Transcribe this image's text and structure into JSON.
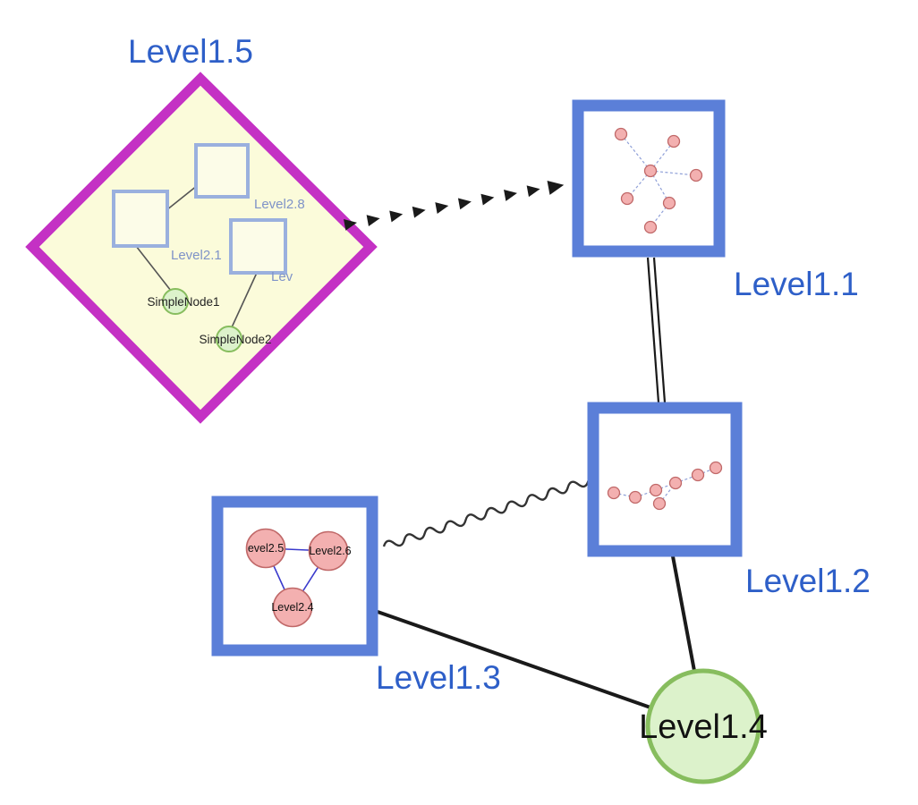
{
  "graph": {
    "level15": {
      "label": "Level1.5",
      "shape": "diamond"
    },
    "level11": {
      "label": "Level1.1",
      "shape": "square-group"
    },
    "level12": {
      "label": "Level1.2",
      "shape": "square-group"
    },
    "level13": {
      "label": "Level1.3",
      "shape": "square-group"
    },
    "level14": {
      "label": "Level1.4",
      "shape": "circle"
    },
    "level15_children": {
      "level28": {
        "label": "Level2.8"
      },
      "level21": {
        "label": "Level2.1"
      },
      "lev": {
        "label": "Lev"
      },
      "simplenode1": {
        "label": "SimpleNode1"
      },
      "simplenode2": {
        "label": "SimpleNode2"
      }
    },
    "level13_children": {
      "level25": {
        "label": "evel2.5"
      },
      "level26": {
        "label": "Level2.6"
      },
      "level24": {
        "label": "Level2.4"
      }
    },
    "edges": [
      {
        "from": "Level1.5",
        "to": "Level1.1",
        "style": "bold-dashed-arrow"
      },
      {
        "from": "Level1.1",
        "to": "Level1.2",
        "style": "double-line"
      },
      {
        "from": "Level1.3",
        "to": "Level1.2",
        "style": "wavy"
      },
      {
        "from": "Level1.3",
        "to": "Level1.4",
        "style": "solid"
      },
      {
        "from": "Level1.2",
        "to": "Level1.4",
        "style": "solid"
      }
    ],
    "level15_inner_edges": [
      [
        "Level2.1",
        "Level2.8"
      ],
      [
        "Level2.1",
        "SimpleNode1"
      ],
      [
        "Lev",
        "SimpleNode2"
      ]
    ],
    "level13_inner_edges": [
      [
        "evel2.5",
        "Level2.6"
      ],
      [
        "evel2.5",
        "Level2.4"
      ],
      [
        "Level2.6",
        "Level2.4"
      ]
    ]
  },
  "colors": {
    "label_blue": "#2e5fc8",
    "child_label_blue": "#7f93c8",
    "diamond_border": "#c431c4",
    "diamond_fill": "#fbfbda",
    "inner_square_border": "#9ab0de",
    "inner_square_fill": "#fcfce8",
    "group_border_blue": "#5b7fd8",
    "green_node_fill": "#dcf2cb",
    "green_node_border": "#87bd5e",
    "pink_node_fill": "#f3b0b0",
    "pink_node_border": "#c06868",
    "mini_edge_blue": "#8fa0d8",
    "triangle_edge_blue": "#3a3acc",
    "edge_dark": "#1a1a1a"
  }
}
